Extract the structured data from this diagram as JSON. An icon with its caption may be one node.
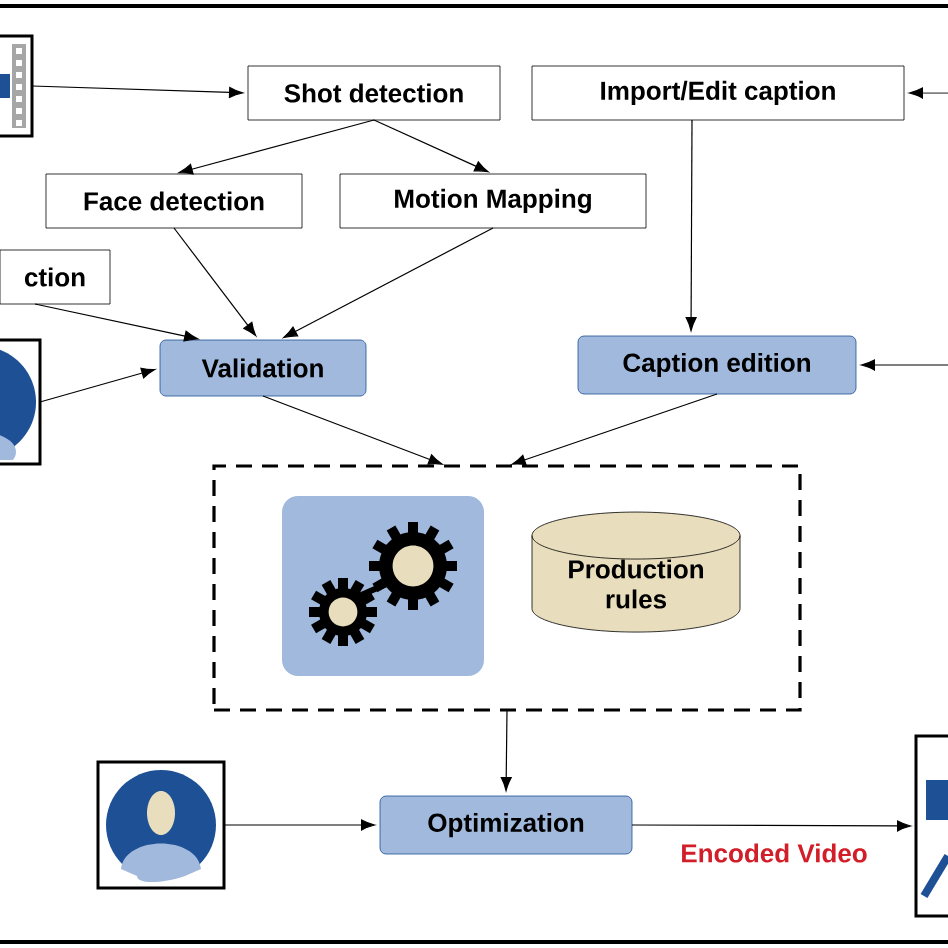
{
  "diagram": {
    "nodes": [
      {
        "text": [],
        "shape": "picture"
      },
      {
        "text": [
          "Shot detection"
        ]
      },
      {
        "text": [
          "Import/Edit caption"
        ]
      },
      {
        "text": [
          "Face detection"
        ]
      },
      {
        "text": [
          "Motion Mapping"
        ]
      },
      {
        "text": [
          "ction"
        ]
      },
      {
        "text": [],
        "shape": "person"
      },
      {
        "text": [
          "Validation"
        ]
      },
      {
        "text": [
          "Caption edition"
        ]
      },
      {
        "text": [],
        "shape": "box"
      },
      {
        "text": [],
        "shape": "picture",
        "in": 9
      },
      {
        "text": [
          "Production rules"
        ],
        "in": 9
      },
      {
        "text": [],
        "shape": "person"
      },
      {
        "text": [
          "Optimization"
        ]
      },
      {
        "text": [],
        "shape": "picture"
      }
    ],
    "edges": [
      {
        "from": 0,
        "to": 1,
        "arrow": "to"
      },
      {
        "from": 1,
        "to": 3,
        "arrow": "to"
      },
      {
        "from": 1,
        "to": 4,
        "arrow": "to"
      },
      {
        "from": 3,
        "to": 7,
        "arrow": "to"
      },
      {
        "from": 4,
        "to": 7,
        "arrow": "to"
      },
      {
        "from": 5,
        "to": 7,
        "arrow": "to"
      },
      {
        "from": 6,
        "to": 7,
        "arrow": "to"
      },
      {
        "from": 2,
        "to": 8,
        "arrow": "to"
      },
      {
        "from": null,
        "to": 2,
        "arrow": "to"
      },
      {
        "from": null,
        "to": 8,
        "arrow": "to"
      },
      {
        "from": 7,
        "to": 9,
        "arrow": "to"
      },
      {
        "from": 8,
        "to": 9,
        "arrow": "to"
      },
      {
        "from": 9,
        "to": 13,
        "arrow": "to"
      },
      {
        "from": 12,
        "to": 13,
        "arrow": "to"
      },
      {
        "from": 13,
        "to": 14,
        "arrow": "to",
        "label": "Encoded Video"
      }
    ]
  }
}
